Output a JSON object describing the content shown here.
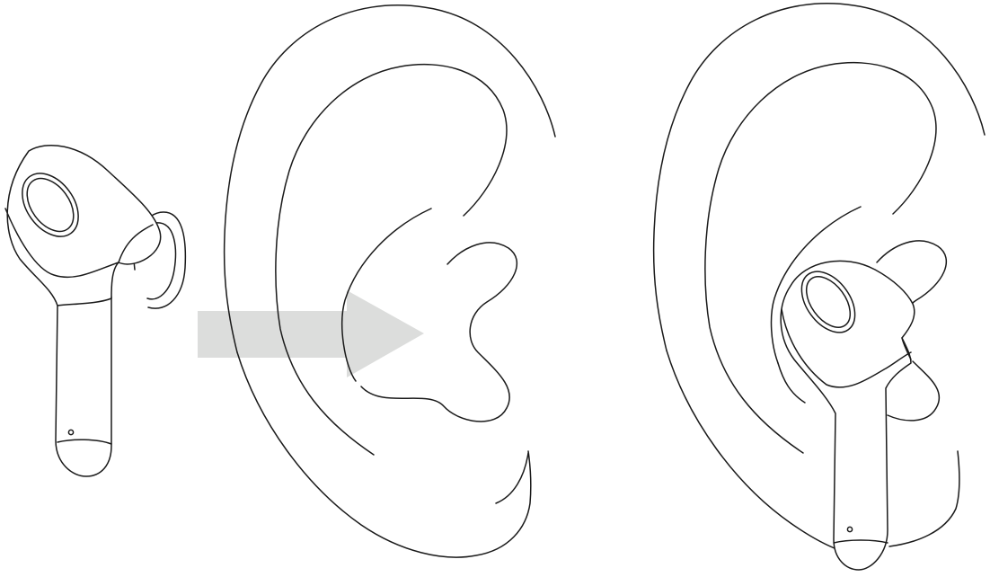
{
  "diagram": {
    "steps": [
      {
        "id": "earbud",
        "icon": "earbud-icon"
      },
      {
        "id": "arrow",
        "icon": "arrow-right-icon",
        "color": "#dcdddc"
      },
      {
        "id": "ear",
        "icon": "ear-icon"
      },
      {
        "id": "ear-with-earbud",
        "icon": "earbud-in-ear-icon"
      }
    ],
    "colors": {
      "line": "#1a1a1a",
      "arrow": "#dcdddc",
      "background": "#ffffff"
    }
  }
}
